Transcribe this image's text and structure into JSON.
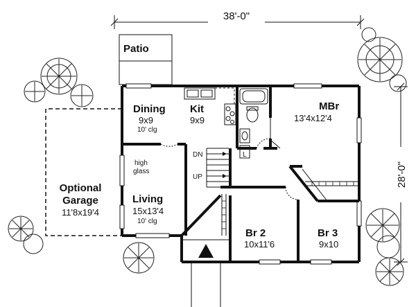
{
  "dimensions": {
    "width_label": "38'-0\"",
    "depth_label": "28'-0\""
  },
  "rooms": {
    "patio": {
      "name": "Patio"
    },
    "dining": {
      "name": "Dining",
      "size": "9x9",
      "note": "10' clg"
    },
    "kitchen": {
      "name": "Kit",
      "size": "9x9"
    },
    "mbr": {
      "name": "MBr",
      "size": "13'4x12'4"
    },
    "living": {
      "name": "Living",
      "size": "15x13'4",
      "note": "10' clg"
    },
    "garage": {
      "name_line1": "Optional",
      "name_line2": "Garage",
      "size": "11'8x19'4"
    },
    "br2": {
      "name": "Br 2",
      "size": "10x11'6"
    },
    "br3": {
      "name": "Br 3",
      "size": "9x10"
    }
  },
  "annotations": {
    "high_glass_line1": "high",
    "high_glass_line2": "glass",
    "stair_down": "DN",
    "stair_up": "UP",
    "linen": "L"
  }
}
